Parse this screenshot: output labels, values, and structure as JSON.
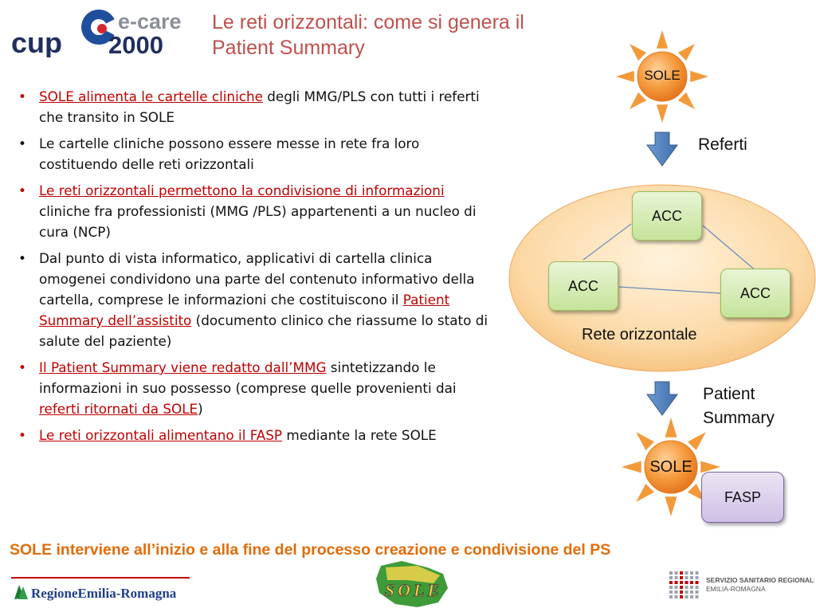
{
  "logo": {
    "text_cup": "cup",
    "text_ecare": "e-care",
    "text_2000": "2000"
  },
  "title": {
    "line1": "Le reti orizzontali: come si genera il",
    "line2": "Patient  Summary"
  },
  "bullets": [
    {
      "style": "red",
      "parts": [
        {
          "t": "SOLE alimenta le cartelle cliniche",
          "hl": true
        },
        {
          "t": " degli MMG/PLS con tutti i referti che transito in SOLE",
          "hl": false
        }
      ]
    },
    {
      "style": "plain",
      "parts": [
        {
          "t": "Le cartelle cliniche possono essere messe in rete fra loro costituendo delle reti orizzontali",
          "hl": false
        }
      ]
    },
    {
      "style": "red",
      "parts": [
        {
          "t": "Le reti orizzontali permettono la condivisione di informazioni",
          "hl": true
        },
        {
          "t": " cliniche fra professionisti (MMG /PLS) appartenenti a un nucleo di cura (NCP)",
          "hl": false
        }
      ]
    },
    {
      "style": "plain",
      "parts": [
        {
          "t": "Dal punto di vista informatico, applicativi di cartella clinica  omogenei condividono una parte del contenuto informativo della cartella, comprese le informazioni che costituiscono il ",
          "hl": false
        },
        {
          "t": "Patient Summary dell’assistito",
          "hl": true
        },
        {
          "t": " (documento clinico che riassume lo stato di salute del paziente)",
          "hl": false
        }
      ]
    },
    {
      "style": "red",
      "parts": [
        {
          "t": "Il Patient Summary viene redatto dall’MMG",
          "hl": true
        },
        {
          "t": " sintetizzando le informazioni in suo possesso (comprese quelle provenienti dai ",
          "hl": false
        },
        {
          "t": "referti ritornati da SOLE",
          "hl": true
        },
        {
          "t": ")",
          "hl": false
        }
      ]
    },
    {
      "style": "red",
      "parts": [
        {
          "t": "Le reti orizzontali alimentano il FASP",
          "hl": true
        },
        {
          "t": " mediante la rete SOLE",
          "hl": false
        }
      ]
    }
  ],
  "bullet_char": "•",
  "diagram": {
    "sun_top_label": "SOLE",
    "arrow1_label": "Referti",
    "acc_top": "ACC",
    "acc_left": "ACC",
    "acc_right": "ACC",
    "network_label": "Rete orizzontale",
    "arrow2_label_line1": "Patient",
    "arrow2_label_line2": "Summary",
    "sun_bottom_label": "SOLE",
    "fasp_label": "FASP"
  },
  "bottom_line": "SOLE interviene all’inizio e alla fine del processo creazione e condivisione del PS",
  "footer": {
    "rer_text": "RegioneEmilia-Romagna",
    "sole_text": "SOLE",
    "ssr_line1": "SERVIZIO SANITARIO REGIONALE",
    "ssr_line2": "EMILIA-ROMAGNA"
  },
  "colors": {
    "title": "#c0504d",
    "highlight": "#c00000",
    "bottom_line": "#e36c09",
    "sun": "#f28a2a",
    "network": "#fbd59c",
    "acc": "#c5e39a",
    "fasp": "#cfc0e6",
    "arrow": "#4f81bd"
  }
}
